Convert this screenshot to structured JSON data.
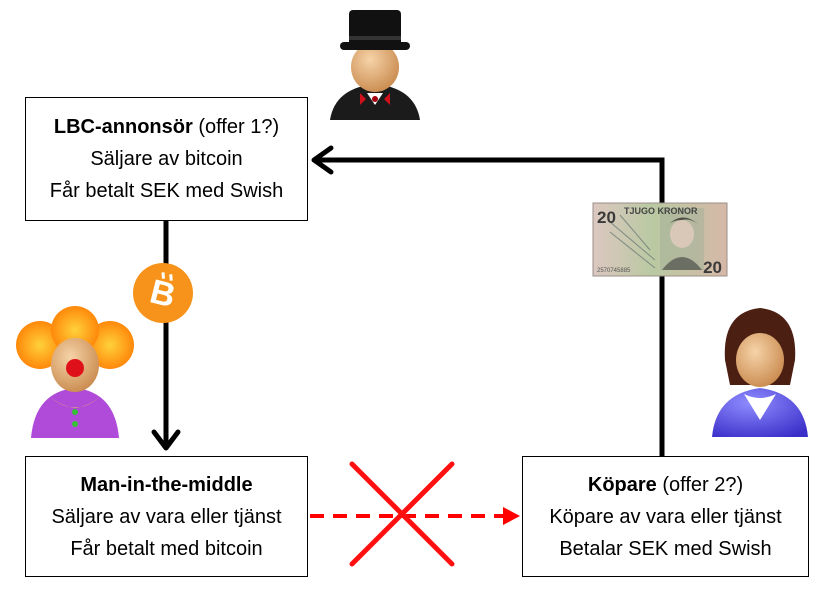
{
  "boxes": {
    "lbc": {
      "title_bold": "LBC-annonsör",
      "title_rest": " (offer 1?)",
      "line2": "Säljare av bitcoin",
      "line3": "Får betalt SEK med Swish"
    },
    "mitm": {
      "title_bold": "Man-in-the-middle",
      "line2": "Säljare av vara eller tjänst",
      "line3": "Får betalt med bitcoin"
    },
    "buyer": {
      "title_bold": "Köpare",
      "title_rest": " (offer 2?)",
      "line2": "Köpare av vara eller tjänst",
      "line3": "Betalar SEK med Swish"
    }
  },
  "banknote": {
    "value_left": "20",
    "value_right": "20",
    "text": "TJUGO KRONOR",
    "serial": "2570745885"
  },
  "colors": {
    "arrow": "#000000",
    "cancelled_arrow": "#ff0000",
    "bitcoin": "#f7931a"
  }
}
